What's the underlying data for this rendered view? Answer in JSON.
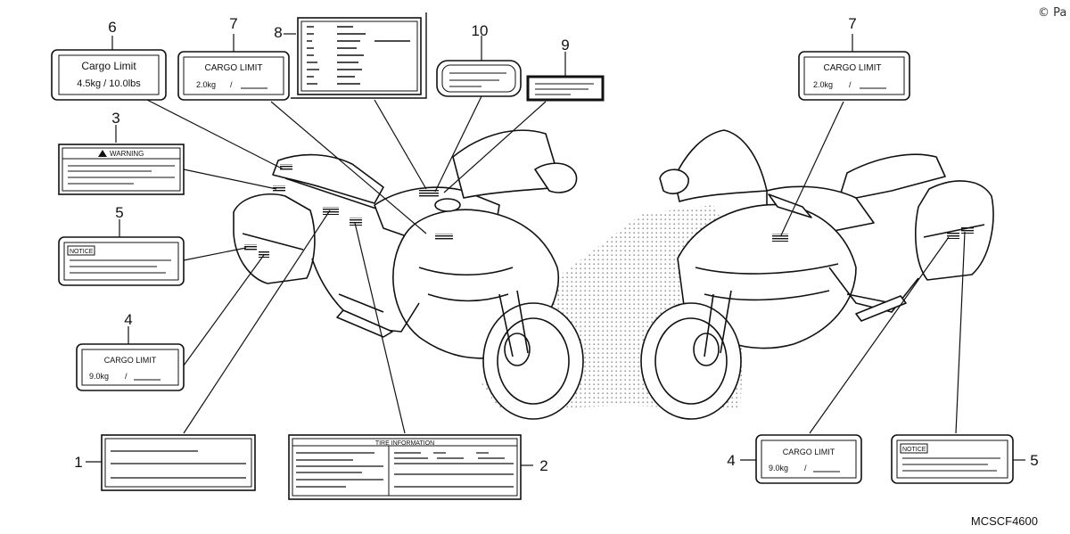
{
  "copyright": "© Pa",
  "diagram_code": "MCSCF4600",
  "callouts": {
    "c1": "1",
    "c2": "2",
    "c3": "3",
    "c4l": "4",
    "c5l": "5",
    "c6": "6",
    "c7l": "7",
    "c8": "8",
    "c9": "9",
    "c10": "10",
    "c7r": "7",
    "c4r": "4",
    "c5r": "5"
  },
  "labels": {
    "cargo_limit_6_title": "Cargo Limit",
    "cargo_limit_6_value": "4.5kg  /  10.0lbs",
    "cargo_limit_7_title": "CARGO LIMIT",
    "cargo_limit_7_value": "2.0kg",
    "cargo_limit_7_sep": "/",
    "warning_title": "WARNING",
    "notice_title": "NOTICE",
    "cargo_limit_4_title": "CARGO LIMIT",
    "cargo_limit_4_value": "9.0kg",
    "cargo_limit_4_sep": "/",
    "tire_info_title": "TIRE INFORMATION"
  }
}
